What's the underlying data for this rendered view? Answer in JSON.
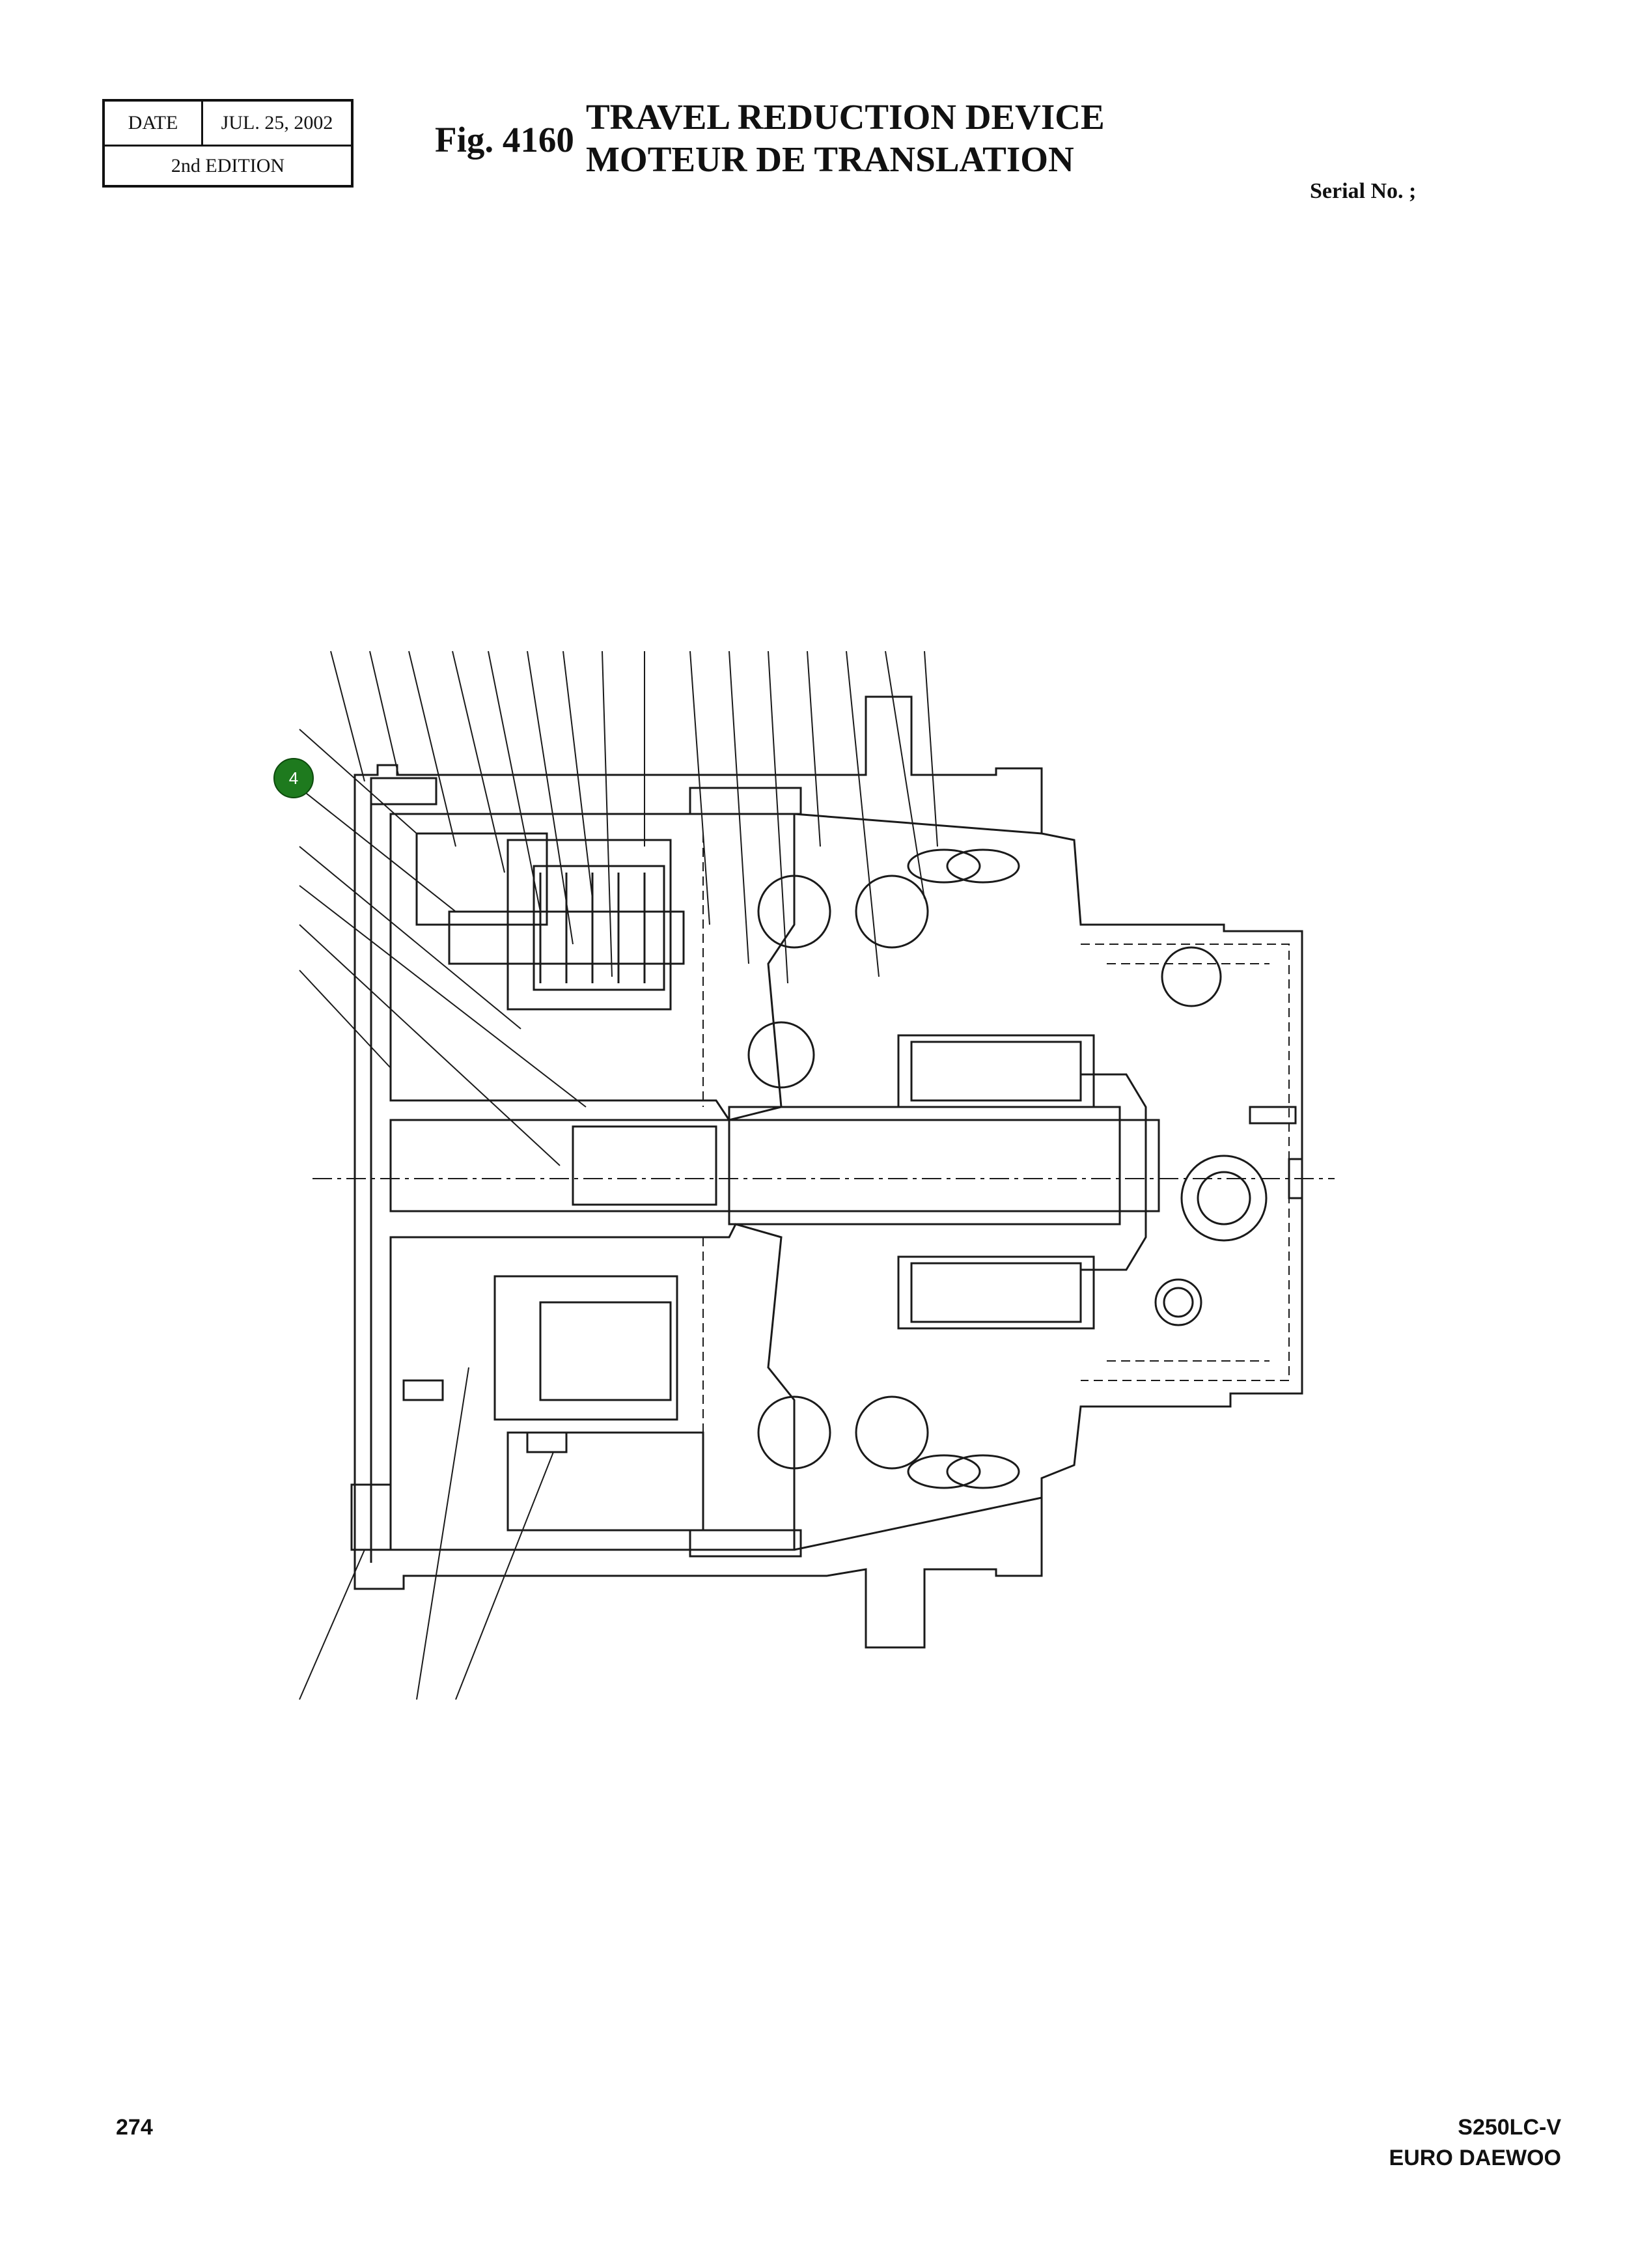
{
  "header": {
    "date_label": "DATE",
    "date_value": "JUL. 25, 2002",
    "edition": "2nd  EDITION",
    "fig_number": "Fig. 4160",
    "title_en": "TRAVEL REDUCTION DEVICE",
    "title_fr": "MOTEUR DE TRANSLATION",
    "serial": "Serial No. ;"
  },
  "drawing": {
    "callouts": [
      {
        "number": "4",
        "color": "#1e7a1e"
      }
    ]
  },
  "footer": {
    "page_number": "274",
    "model": "S250LC-V",
    "maker": "EURO DAEWOO"
  }
}
